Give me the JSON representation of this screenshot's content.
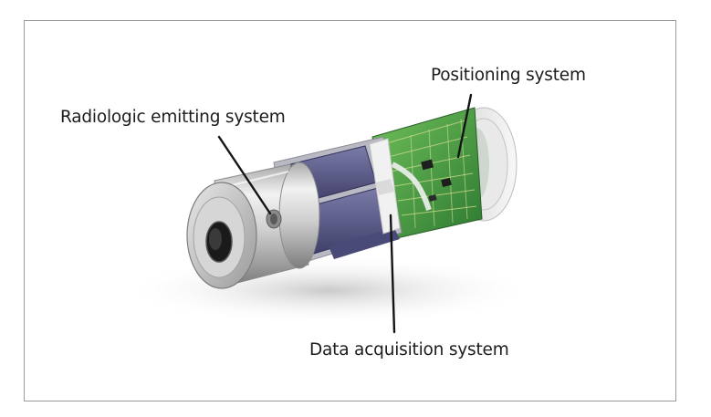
{
  "labels": {
    "radiologic_emitting_system": "Radiologic emitting system",
    "positioning_system": "Positioning system",
    "data_acquisition_system": "Data acquisition system"
  },
  "colors": {
    "metal": "#c9c9c9",
    "detector_panel": "#5a5a8a",
    "circuit_board": "#3f8f3f",
    "leader_line": "#151515",
    "frame_border": "#9a9a9a"
  }
}
